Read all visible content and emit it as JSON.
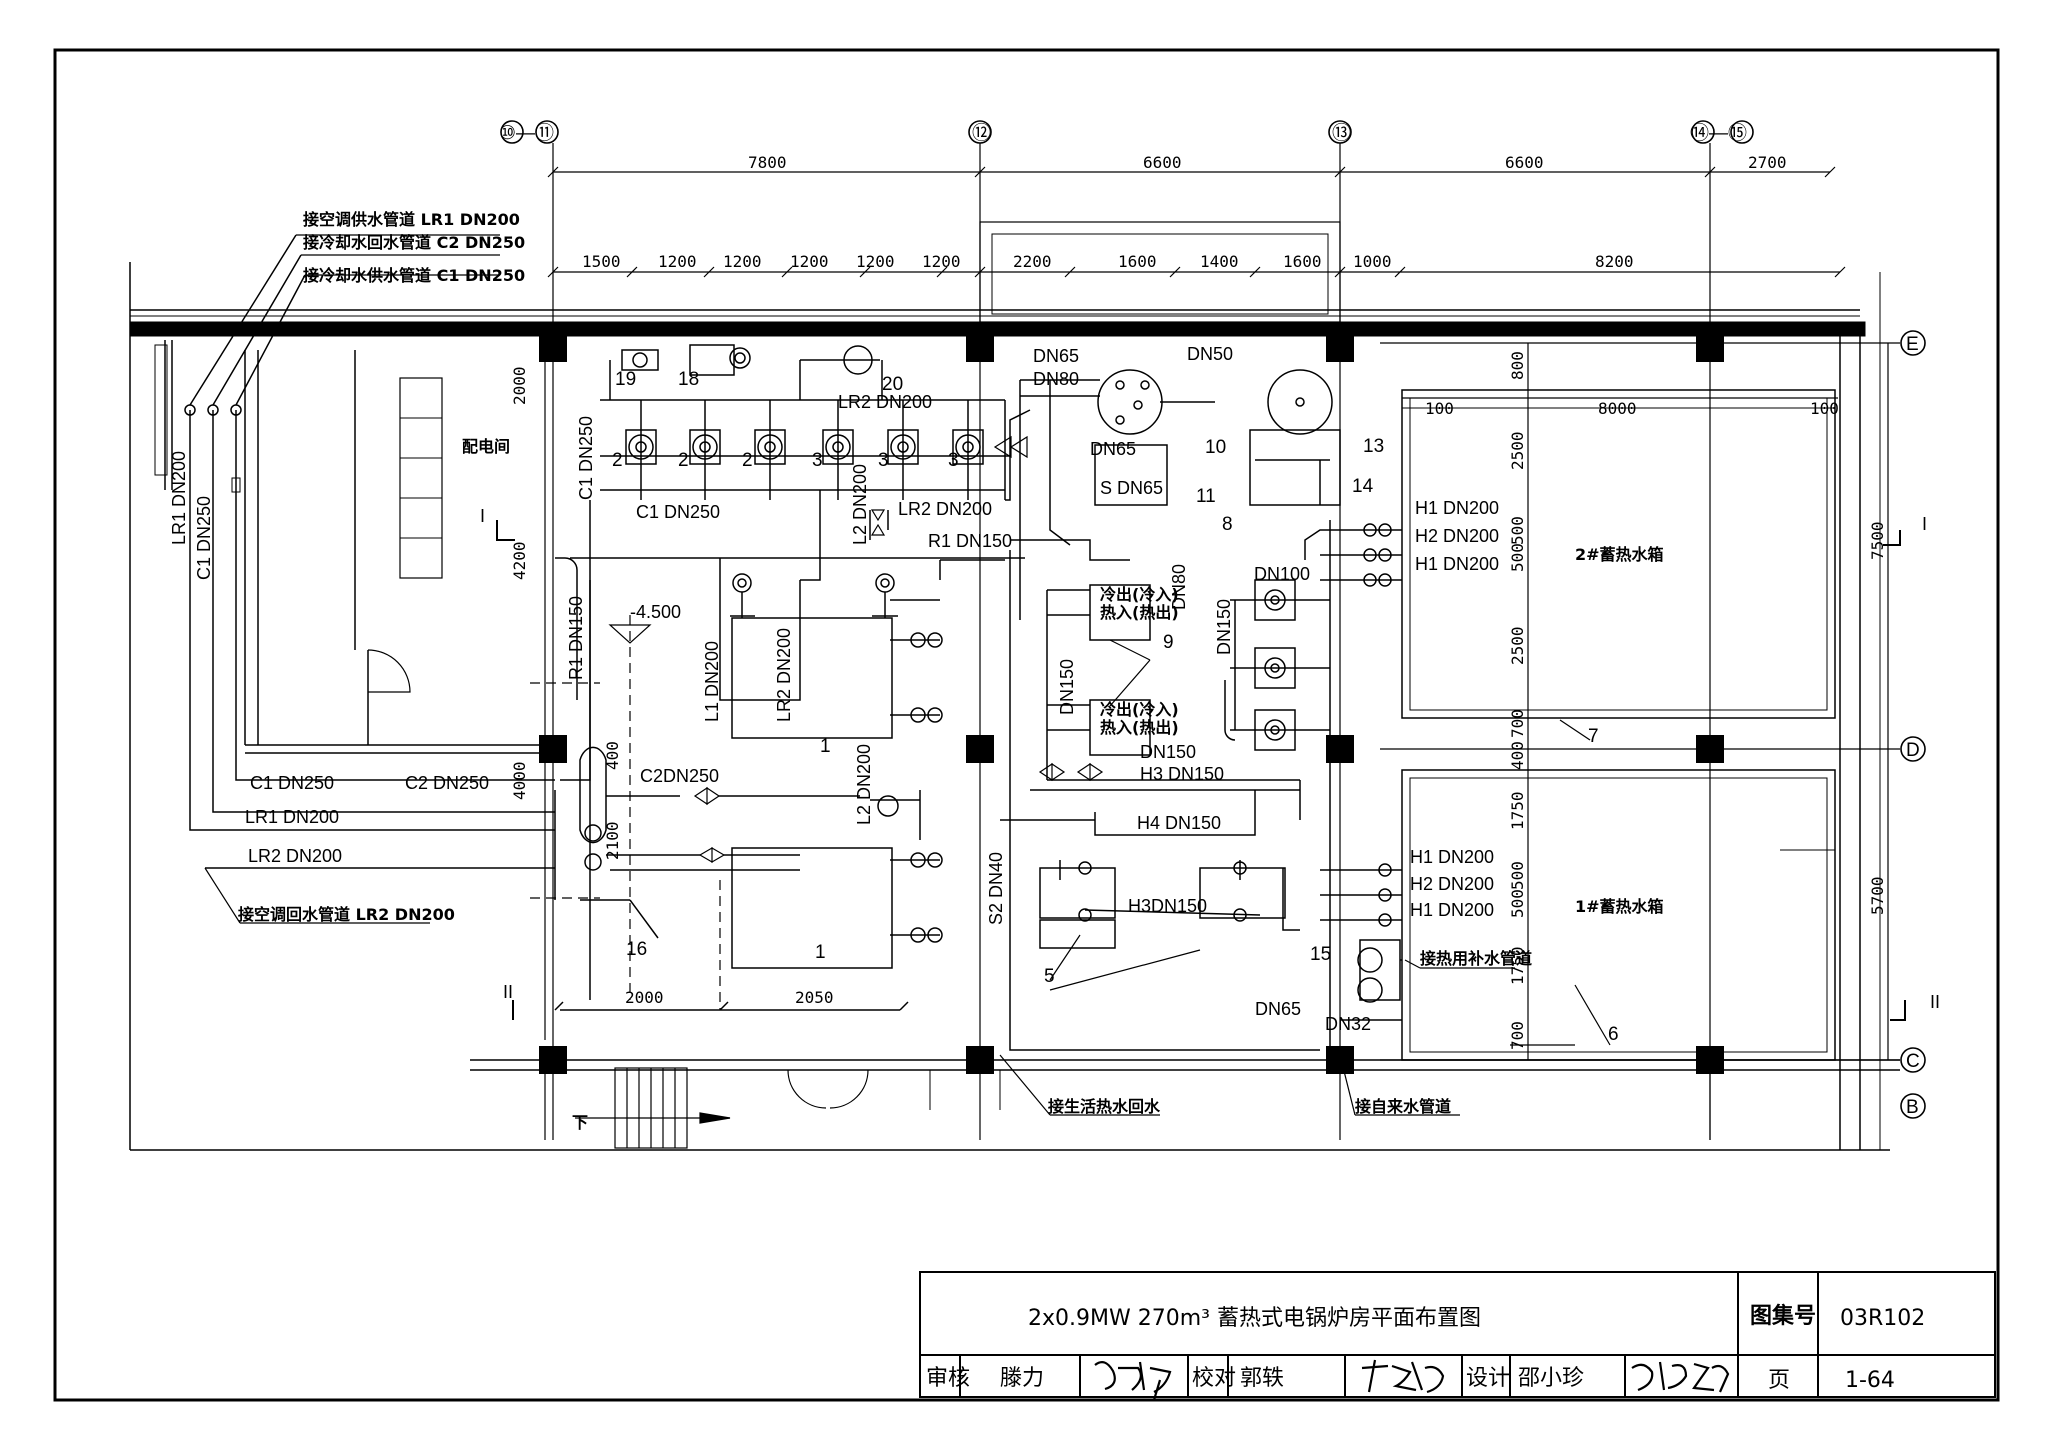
{
  "axes": {
    "a10_11": "⑩—⑪",
    "a12": "⑫",
    "a13": "⑬",
    "a14_15": "⑭—⑮",
    "aE": "E",
    "aD": "D",
    "aC": "C",
    "aB": "B"
  },
  "dims_top": {
    "d7800": "7800",
    "d6600a": "6600",
    "d6600b": "6600",
    "d2700": "2700"
  },
  "dims_sub": {
    "s1500": "1500",
    "s1200a": "1200",
    "s1200b": "1200",
    "s1200c": "1200",
    "s1200d": "1200",
    "s1200e": "1200",
    "s2200": "2200",
    "s1600a": "1600",
    "s1400": "1400",
    "s1600b": "1600",
    "s1000": "1000",
    "s8200": "8200"
  },
  "dims_side": {
    "r800": "800",
    "r2500a": "2500",
    "r500a": "500",
    "r500b": "500",
    "r2500b": "2500",
    "r700a": "700",
    "r400": "400",
    "r1750a": "1750",
    "r500c": "500",
    "r500d": "500",
    "r1750b": "1750",
    "r700b": "700",
    "r7500": "7500",
    "r5700": "5700",
    "l2000": "2000",
    "l4200": "4200",
    "l4000": "4000",
    "w100a": "100",
    "w8000": "8000",
    "w100b": "100",
    "b2000": "2000",
    "b2050": "2050",
    "h400": "400",
    "h2100": "2100"
  },
  "notes": {
    "n1": "接空调供水管道 LR1 DN200",
    "n2": "接冷却水回水管道 C2 DN250",
    "n3": "接冷却水供水管道 C1 DN250",
    "n4": "接空调回水管道 LR2 DN200",
    "n5": "接生活热水回水",
    "n6": "接自来水管道",
    "n7": "接热用补水管道",
    "room": "配电间",
    "elev": "-4.500",
    "down": "下",
    "tank2": "2#蓄热水箱",
    "tank1": "1#蓄热水箱",
    "io": "冷出(冷入)",
    "io2": "热入(热出)"
  },
  "pipes": {
    "lr1_dn200_v": "LR1 DN200",
    "c1_dn250_v": "C1 DN250",
    "c1_dn250_top": "C1 DN250",
    "c1_dn250_h": "C1 DN250",
    "c2_dn250_h": "C2 DN250",
    "lr1_dn200_h": "LR1 DN200",
    "lr2_dn200_h": "LR2 DN200",
    "r1_dn150_v": "R1 DN150",
    "c2_dn250_valve": "C2DN250",
    "l1_dn200": "L1 DN200",
    "lr2_dn200_v": "LR2 DN200",
    "lr2_dn200_top": "LR2 DN200",
    "lr2_dn200_mid": "LR2 DN200",
    "l2_dn200_a": "L2 DN200",
    "l2_dn200_b": "L2 DN200",
    "dn65_top": "DN65",
    "dn80_top": "DN80",
    "dn50_top": "DN50",
    "r1_dn150_h": "R1 DN150",
    "s_dn65": "S DN65",
    "dn65_small": "DN65",
    "dn80_v": "DN80",
    "dn150_v": "DN150",
    "dn100": "DN100",
    "dn150_v2": "DN150",
    "dn150_h": "DN150",
    "h3_dn150": "H3 DN150",
    "h4_dn150": "H4 DN150",
    "h3dn150": "H3DN150",
    "s2_dn40": "S2 DN40",
    "h1_dn200_a": "H1 DN200",
    "h2_dn200_a": "H2 DN200",
    "h1_dn200_b": "H1 DN200",
    "h1_dn200_c": "H1 DN200",
    "h2_dn200_b": "H2 DN200",
    "h1_dn200_d": "H1 DN200",
    "dn65_bottom": "DN65",
    "dn32": "DN32"
  },
  "equipment_tags": [
    "1",
    "1",
    "2",
    "2",
    "2",
    "3",
    "3",
    "3",
    "5",
    "6",
    "7",
    "8",
    "9",
    "10",
    "11",
    "13",
    "14",
    "15",
    "16",
    "18",
    "19",
    "20"
  ],
  "section_marks": {
    "i_left": "I",
    "i_right": "I",
    "ii_left": "II",
    "ii_right": "II"
  },
  "title_block": {
    "title": "2x0.9MW 270m³ 蓄热式电锅炉房平面布置图",
    "atlas_label": "图集号",
    "atlas_no": "03R102",
    "review_label": "审核",
    "reviewer": "滕力",
    "check_label": "校对",
    "checker": "郭轶",
    "design_label": "设计",
    "designer": "邵小珍",
    "page_label": "页",
    "page_no": "1-64"
  }
}
